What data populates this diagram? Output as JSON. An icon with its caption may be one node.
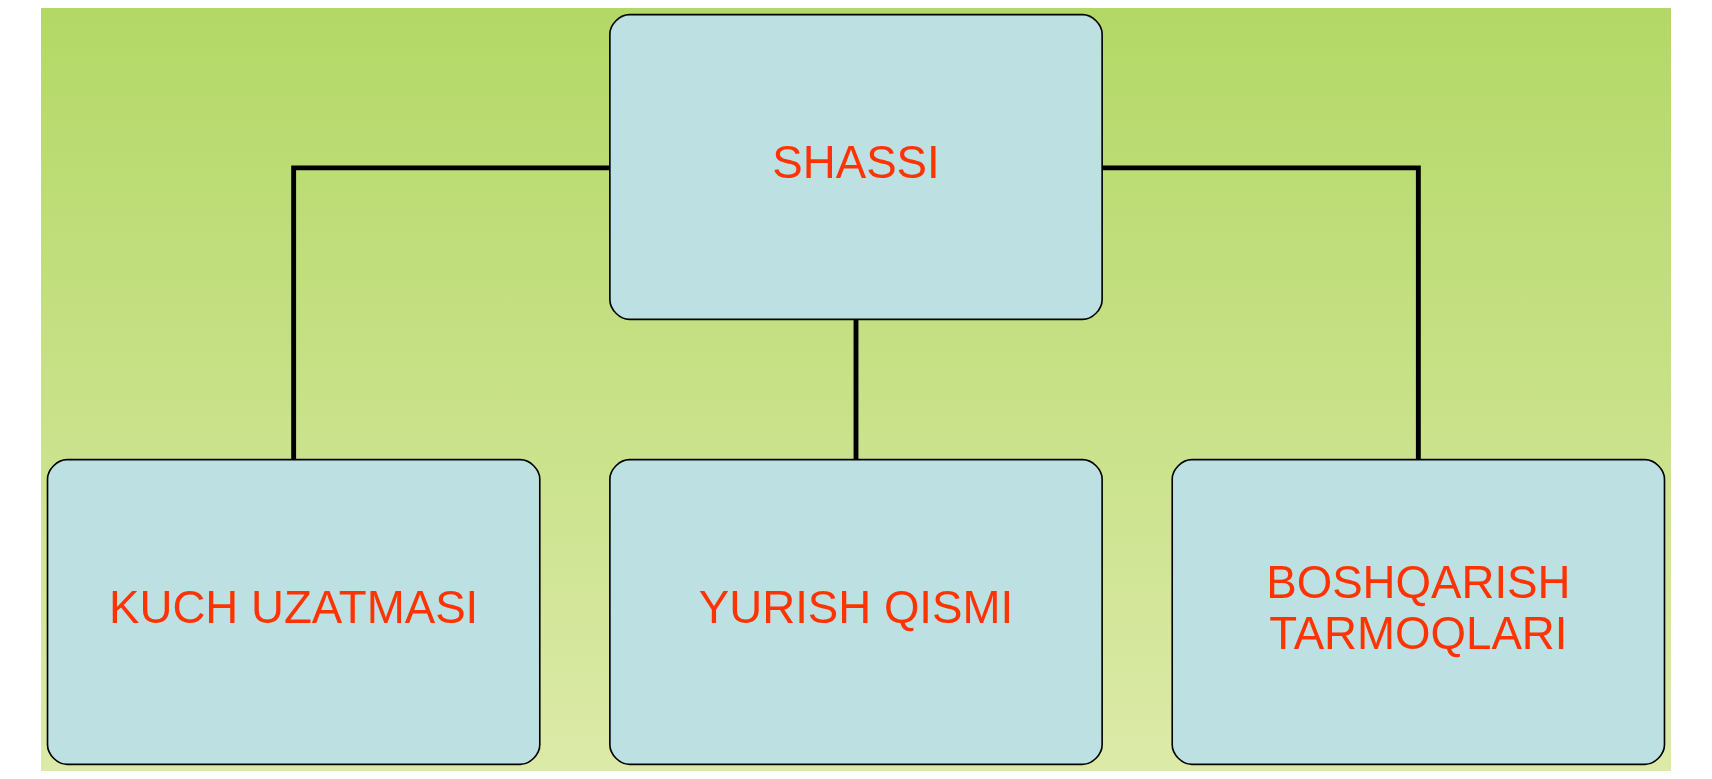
{
  "diagram": {
    "nodes": [
      {
        "text": [
          "SHASSI"
        ]
      },
      {
        "text": [
          "KUCH UZATMASI"
        ]
      },
      {
        "text": [
          "YURISH QISMI"
        ]
      },
      {
        "text": [
          "BOSHQARISH TARMOQLARI"
        ]
      }
    ],
    "edges": [
      {
        "from": 0,
        "to": 1,
        "arrow": "none"
      },
      {
        "from": 0,
        "to": 2,
        "arrow": "none"
      },
      {
        "from": 0,
        "to": 3,
        "arrow": "none"
      }
    ]
  }
}
